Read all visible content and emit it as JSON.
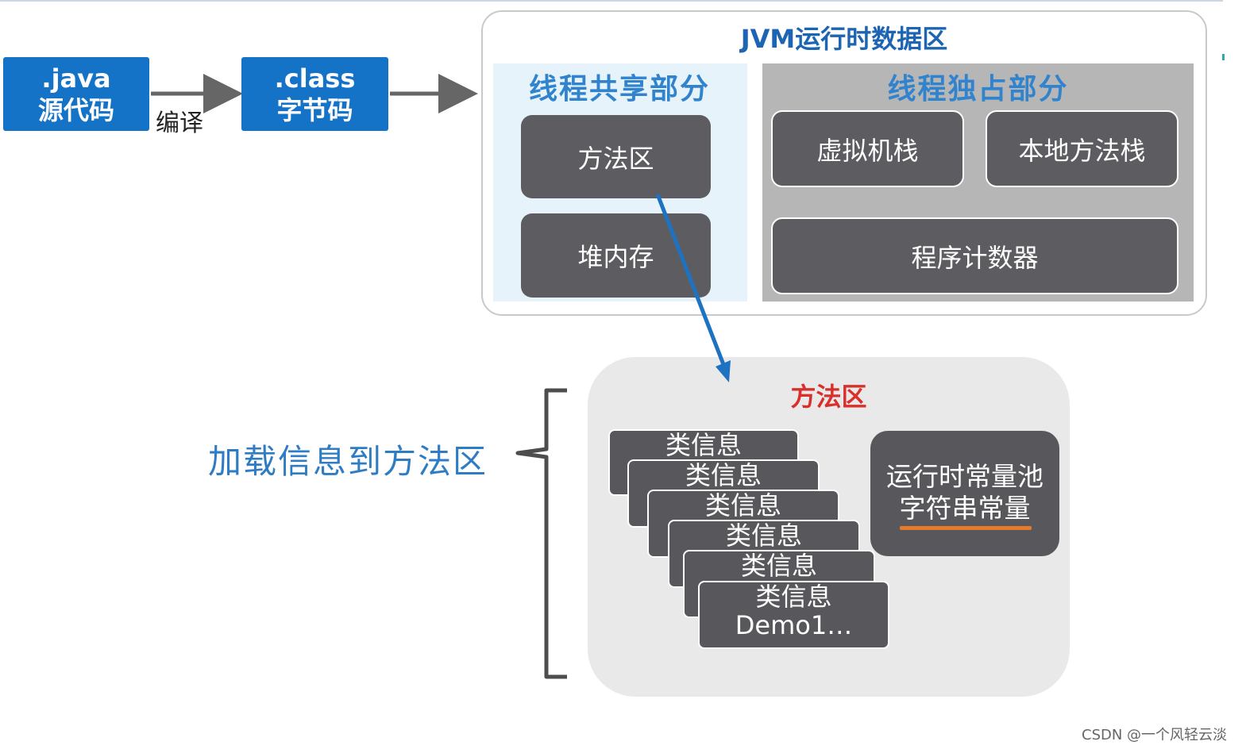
{
  "java_box": {
    "line1": ".java",
    "line2": "源代码"
  },
  "compile_label": "编译",
  "class_box": {
    "line1": ".class",
    "line2": "字节码"
  },
  "jvm": {
    "title": "JVM运行时数据区",
    "shared": {
      "title": "线程共享部分",
      "items": [
        "方法区",
        "堆内存"
      ]
    },
    "private": {
      "title": "线程独占部分",
      "items": [
        "虚拟机栈",
        "本地方法栈",
        "程序计数器"
      ]
    }
  },
  "load_label": "加载信息到方法区",
  "method_area": {
    "title": "方法区",
    "class_cards": [
      {
        "line1": "类信息"
      },
      {
        "line1": "类信息"
      },
      {
        "line1": "类信息"
      },
      {
        "line1": "类信息"
      },
      {
        "line1": "类信息"
      },
      {
        "line1": "类信息",
        "line2": "Demo1…"
      }
    ],
    "constant_pool": {
      "line1": "运行时常量池",
      "line2": "字符串常量"
    }
  },
  "watermark": "CSDN @一个风轻云淡",
  "colors": {
    "blue_box": "#1473c6",
    "dark_box": "#5d5d61",
    "title_blue": "#3183cd",
    "method_area_title_red": "#d9302c",
    "underline_orange": "#e77a2b",
    "arrow_blue": "#1d72c2",
    "arrow_gray": "#666666"
  }
}
